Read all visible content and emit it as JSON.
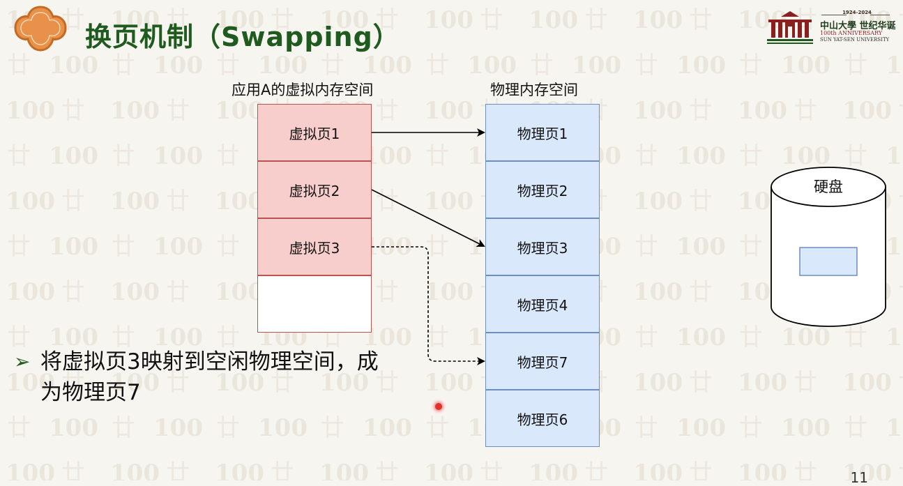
{
  "header": {
    "title": "换页机制（Swapping）"
  },
  "university": {
    "years": "1924-2024",
    "name_cn": "中山大學 世纪华诞",
    "anniversary": "100th ANNIVERSARY",
    "name_en": "SUN YAT-SEN UNIVERSITY"
  },
  "diagram": {
    "virtual_label": "应用A的虚拟内存空间",
    "physical_label": "物理内存空间",
    "virtual_pages": [
      "虚拟页1",
      "虚拟页2",
      "虚拟页3",
      ""
    ],
    "physical_pages": [
      "物理页1",
      "物理页2",
      "物理页3",
      "物理页4",
      "物理页7",
      "物理页6"
    ],
    "disk_label": "硬盘",
    "colors": {
      "virtual_fill": "#f8cecc",
      "virtual_stroke": "#b85450",
      "physical_fill": "#dae8fc",
      "physical_stroke": "#6c8ebf",
      "title_green": "#1f5a1f"
    }
  },
  "bullet": {
    "text": "将虚拟页3映射到空闲物理空间，成为物理页7"
  },
  "footer": {
    "page_number": "11"
  }
}
